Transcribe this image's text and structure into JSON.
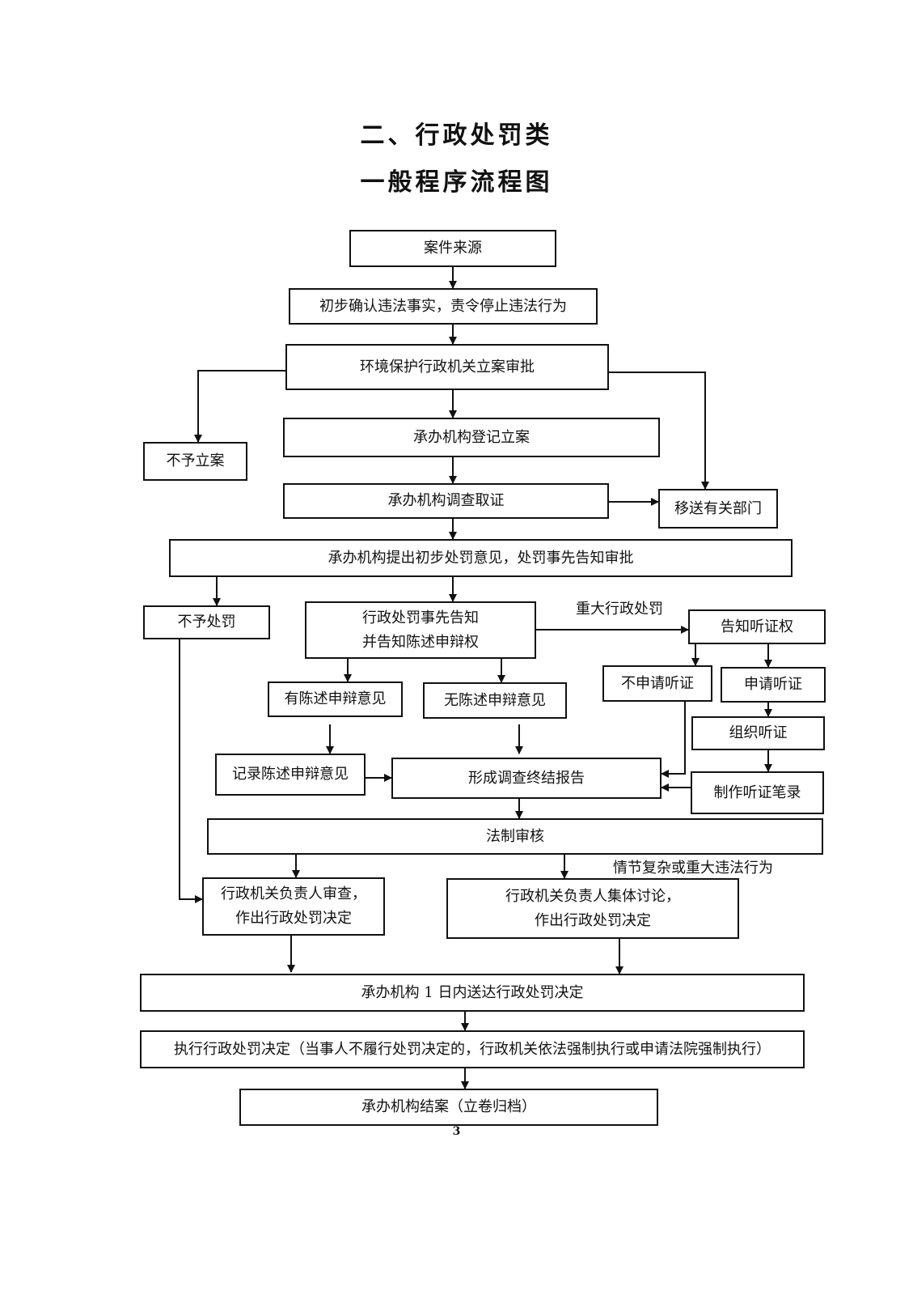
{
  "title_line1": "二、行政处罚类",
  "title_line2": "一般程序流程图",
  "nodes": {
    "source": "案件来源",
    "confirm": "初步确认违法事实，责令停止违法行为",
    "approve": "环境保护行政机关立案审批",
    "no_case": "不予立案",
    "register": "承办机构登记立案",
    "investigate": "承办机构调查取证",
    "transfer": "移送有关部门",
    "opinion": "承办机构提出初步处罚意见，处罚事先告知审批",
    "no_penalty": "不予处罚",
    "notify": "行政处罚事先告知\n并告知陈述申辩权",
    "hearing_right": "告知听证权",
    "no_hearing": "不申请听证",
    "apply_hearing": "申请听证",
    "has_plea": "有陈述申辩意见",
    "no_plea": "无陈述申辩意见",
    "organize_hearing": "组织听证",
    "record_plea": "记录陈述申辩意见",
    "report": "形成调查终结报告",
    "hearing_record": "制作听证笔录",
    "legal_review": "法制审核",
    "head_review": "行政机关负责人审查，\n作出行政处罚决定",
    "group_discuss": "行政机关负责人集体讨论，\n作出行政处罚决定",
    "deliver": "承办机构 1 日内送达行政处罚决定",
    "execute": "执行行政处罚决定（当事人不履行处罚决定的，行政机关依法强制执行或申请法院强制执行）",
    "close": "承办机构结案（立卷归档）"
  },
  "labels": {
    "major_penalty": "重大行政处罚",
    "complex_case": "情节复杂或重大违法行为"
  },
  "page_number": "3"
}
